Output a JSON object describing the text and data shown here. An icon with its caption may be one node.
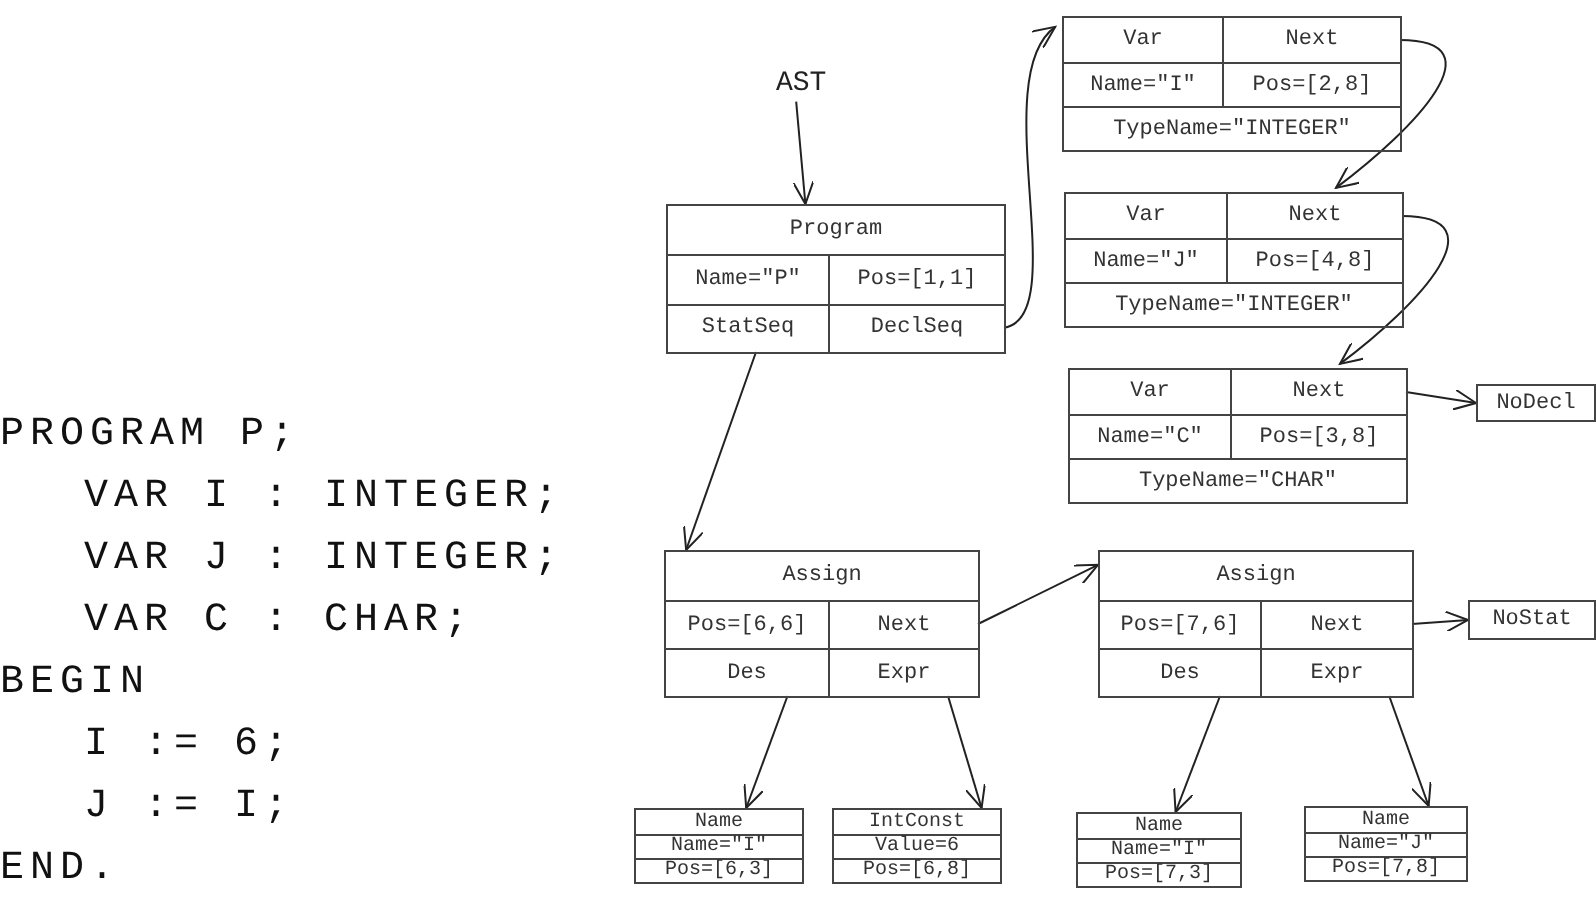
{
  "diagram": {
    "nodes": [
      {
        "text": [
          "AST"
        ]
      },
      {
        "text": [],
        "shape": "box"
      },
      {
        "text": [
          "Program"
        ],
        "in": 1
      },
      {
        "text": [
          "Name=\"P\""
        ],
        "in": 1
      },
      {
        "text": [
          "Pos=[1,1]"
        ],
        "in": 1
      },
      {
        "text": [
          "StatSeq"
        ],
        "in": 1
      },
      {
        "text": [
          "DeclSeq"
        ],
        "in": 1
      },
      {
        "text": [],
        "shape": "box"
      },
      {
        "text": [
          "Var"
        ],
        "in": 7
      },
      {
        "text": [
          "Next"
        ],
        "in": 7
      },
      {
        "text": [
          "Name=\"I\""
        ],
        "in": 7
      },
      {
        "text": [
          "Pos=[2,8]"
        ],
        "in": 7
      },
      {
        "text": [
          "TypeName=\"INTEGER\""
        ],
        "in": 7
      },
      {
        "text": [],
        "shape": "box"
      },
      {
        "text": [
          "Var"
        ],
        "in": 13
      },
      {
        "text": [
          "Next"
        ],
        "in": 13
      },
      {
        "text": [
          "Name=\"J\""
        ],
        "in": 13
      },
      {
        "text": [
          "Pos=[4,8]"
        ],
        "in": 13
      },
      {
        "text": [
          "TypeName=\"INTEGER\""
        ],
        "in": 13
      },
      {
        "text": [],
        "shape": "box"
      },
      {
        "text": [
          "Var"
        ],
        "in": 19
      },
      {
        "text": [
          "Next"
        ],
        "in": 19
      },
      {
        "text": [
          "Name=\"C\""
        ],
        "in": 19
      },
      {
        "text": [
          "Pos=[3,8]"
        ],
        "in": 19
      },
      {
        "text": [
          "TypeName=\"CHAR\""
        ],
        "in": 19
      },
      {
        "text": [
          "NoDecl"
        ]
      },
      {
        "text": [],
        "shape": "box"
      },
      {
        "text": [
          "Assign"
        ],
        "in": 26
      },
      {
        "text": [
          "Pos=[6,6]"
        ],
        "in": 26
      },
      {
        "text": [
          "Next"
        ],
        "in": 26
      },
      {
        "text": [
          "Des"
        ],
        "in": 26
      },
      {
        "text": [
          "Expr"
        ],
        "in": 26
      },
      {
        "text": [],
        "shape": "box"
      },
      {
        "text": [
          "Assign"
        ],
        "in": 32
      },
      {
        "text": [
          "Pos=[7,6]"
        ],
        "in": 32
      },
      {
        "text": [
          "Next"
        ],
        "in": 32
      },
      {
        "text": [
          "Des"
        ],
        "in": 32
      },
      {
        "text": [
          "Expr"
        ],
        "in": 32
      },
      {
        "text": [
          "NoStat"
        ]
      },
      {
        "text": [],
        "shape": "box"
      },
      {
        "text": [
          "Name"
        ],
        "in": 39
      },
      {
        "text": [
          "Name=\"I\""
        ],
        "in": 39
      },
      {
        "text": [
          "Pos=[6,3]"
        ],
        "in": 39
      },
      {
        "text": [],
        "shape": "box"
      },
      {
        "text": [
          "IntConst"
        ],
        "in": 43
      },
      {
        "text": [
          "Value=6"
        ],
        "in": 43
      },
      {
        "text": [
          "Pos=[6,8]"
        ],
        "in": 43
      },
      {
        "text": [],
        "shape": "box"
      },
      {
        "text": [
          "Name"
        ],
        "in": 47
      },
      {
        "text": [
          "Name=\"I\""
        ],
        "in": 47
      },
      {
        "text": [
          "Pos=[7,3]"
        ],
        "in": 47
      },
      {
        "text": [],
        "shape": "box"
      },
      {
        "text": [
          "Name"
        ],
        "in": 51
      },
      {
        "text": [
          "Name=\"J\""
        ],
        "in": 51
      },
      {
        "text": [
          "Pos=[7,8]"
        ],
        "in": 51
      }
    ],
    "edges": [
      {
        "from": 0,
        "to": 1,
        "arrow": "to"
      },
      {
        "from": 6,
        "to": 7,
        "arrow": "to"
      },
      {
        "from": 9,
        "to": 13,
        "arrow": "to"
      },
      {
        "from": 15,
        "to": 19,
        "arrow": "to"
      },
      {
        "from": 21,
        "to": 25,
        "arrow": "to"
      },
      {
        "from": 5,
        "to": 26,
        "arrow": "to"
      },
      {
        "from": 29,
        "to": 32,
        "arrow": "to"
      },
      {
        "from": 35,
        "to": 38,
        "arrow": "to"
      },
      {
        "from": 30,
        "to": 39,
        "arrow": "to"
      },
      {
        "from": 31,
        "to": 43,
        "arrow": "to"
      },
      {
        "from": 36,
        "to": 47,
        "arrow": "to"
      },
      {
        "from": 37,
        "to": 51,
        "arrow": "to"
      }
    ],
    "labels": [
      "PROGRAM P;",
      "VAR I : INTEGER;",
      "VAR J : INTEGER;",
      "VAR C : CHAR;",
      "BEGIN",
      "I := 6;",
      "J := I;",
      "END."
    ]
  }
}
